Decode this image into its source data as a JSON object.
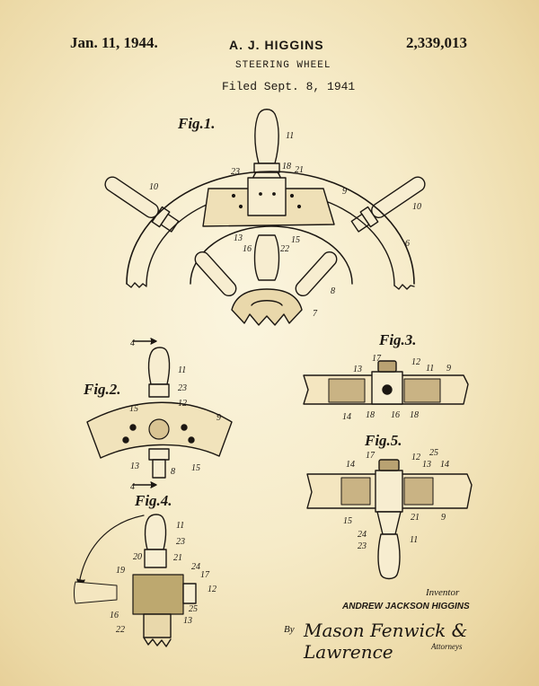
{
  "header": {
    "date": "Jan. 11, 1944.",
    "inventor_short": "A. J. HIGGINS",
    "patent_number": "2,339,013",
    "title": "STEERING WHEEL",
    "filed": "Filed Sept. 8, 1941"
  },
  "figures": {
    "fig1": "Fig.1.",
    "fig2": "Fig.2.",
    "fig3": "Fig.3.",
    "fig4": "Fig.4.",
    "fig5": "Fig.5."
  },
  "signature": {
    "inventor_label": "Inventor",
    "inventor_name": "ANDREW JACKSON HIGGINS",
    "by": "By",
    "attorney_signature": "Mason Fenwick & Lawrence",
    "attorney_label": "Attorneys"
  },
  "reference_numerals": {
    "fig1": [
      "11",
      "23",
      "18",
      "21",
      "10",
      "9",
      "10",
      "13",
      "16",
      "22",
      "15",
      "6",
      "8",
      "7"
    ],
    "fig2": [
      "4",
      "11",
      "23",
      "12",
      "9",
      "15",
      "13",
      "15",
      "8",
      "4"
    ],
    "fig3": [
      "13",
      "17",
      "12",
      "11",
      "9",
      "14",
      "18",
      "16",
      "18"
    ],
    "fig4": [
      "11",
      "23",
      "20",
      "21",
      "24",
      "19",
      "17",
      "12",
      "16",
      "25",
      "22",
      "13"
    ],
    "fig5": [
      "17",
      "25",
      "12",
      "13",
      "14",
      "14",
      "15",
      "21",
      "9",
      "24",
      "23",
      "11"
    ]
  },
  "colors": {
    "paper": "#f6ebc8",
    "ink": "#1c1712"
  }
}
